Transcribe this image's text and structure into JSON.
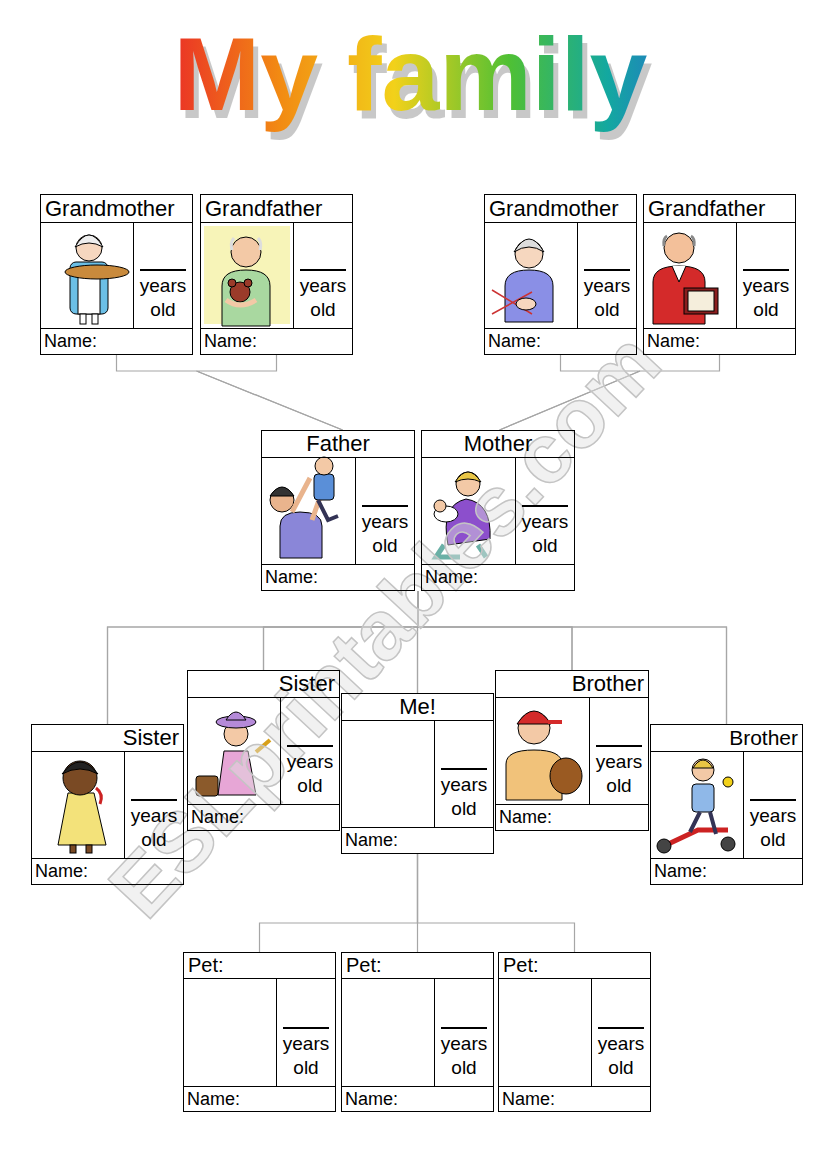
{
  "diagram": {
    "title": "My family",
    "nodes": [
      {
        "text": [
          "Grandmother",
          "years old",
          "Name:"
        ]
      },
      {
        "text": [
          "Grandfather",
          "years old",
          "Name:"
        ]
      },
      {
        "text": [
          "Grandmother",
          "years old",
          "Name:"
        ]
      },
      {
        "text": [
          "Grandfather",
          "years old",
          "Name:"
        ]
      },
      {
        "text": [
          "Father",
          "years old",
          "Name:"
        ]
      },
      {
        "text": [
          "Mother",
          "years old",
          "Name:"
        ]
      },
      {
        "text": [
          "Sister",
          "years old",
          "Name:"
        ]
      },
      {
        "text": [
          "Sister",
          "years old",
          "Name:"
        ]
      },
      {
        "text": [
          "Me!",
          "years old",
          "Name:"
        ]
      },
      {
        "text": [
          "Brother",
          "years old",
          "Name:"
        ]
      },
      {
        "text": [
          "Brother",
          "years old",
          "Name:"
        ]
      },
      {
        "text": [
          "Pet:",
          "years old",
          "Name:"
        ]
      },
      {
        "text": [
          "Pet:",
          "years old",
          "Name:"
        ]
      },
      {
        "text": [
          "Pet:",
          "years old",
          "Name:"
        ]
      }
    ],
    "edges": [
      {
        "from": 0,
        "to": 4,
        "arrow": "none"
      },
      {
        "from": 1,
        "to": 4,
        "arrow": "none"
      },
      {
        "from": 2,
        "to": 5,
        "arrow": "none"
      },
      {
        "from": 3,
        "to": 5,
        "arrow": "none"
      },
      {
        "from": 4,
        "to": 6,
        "arrow": "none"
      },
      {
        "from": 4,
        "to": 7,
        "arrow": "none"
      },
      {
        "from": 4,
        "to": 8,
        "arrow": "none"
      },
      {
        "from": 4,
        "to": 9,
        "arrow": "none"
      },
      {
        "from": 4,
        "to": 10,
        "arrow": "none"
      },
      {
        "from": 5,
        "to": 6,
        "arrow": "none"
      },
      {
        "from": 5,
        "to": 7,
        "arrow": "none"
      },
      {
        "from": 5,
        "to": 8,
        "arrow": "none"
      },
      {
        "from": 5,
        "to": 9,
        "arrow": "none"
      },
      {
        "from": 5,
        "to": 10,
        "arrow": "none"
      },
      {
        "from": 8,
        "to": 11,
        "arrow": "none"
      },
      {
        "from": 8,
        "to": 12,
        "arrow": "none"
      },
      {
        "from": 8,
        "to": 13,
        "arrow": "none"
      }
    ],
    "labels": [
      "ESLprintables.com"
    ]
  }
}
